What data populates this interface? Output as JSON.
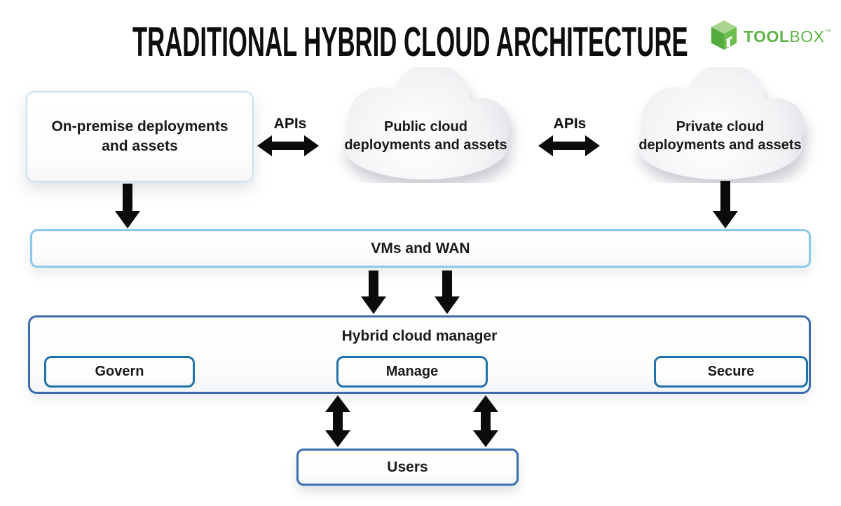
{
  "page": {
    "title": "TRADITIONAL HYBRID CLOUD ARCHITECTURE"
  },
  "logo": {
    "text_bold": "TOOL",
    "text_light": "BOX",
    "trademark": "™",
    "brand_green": "#5fb347"
  },
  "nodes": {
    "on_premise": {
      "line1": "On-premise deployments",
      "line2": "and assets"
    },
    "public_cloud": {
      "line1": "Public cloud",
      "line2": "deployments and assets"
    },
    "private_cloud": {
      "line1": "Private cloud",
      "line2": "deployments and assets"
    },
    "vms_wan": {
      "label": "VMs and WAN"
    },
    "manager": {
      "label": "Hybrid cloud manager",
      "buttons": [
        {
          "label": "Govern"
        },
        {
          "label": "Manage"
        },
        {
          "label": "Secure"
        }
      ]
    },
    "users": {
      "label": "Users"
    }
  },
  "connectors": {
    "api_left": "APIs",
    "api_right": "APIs"
  },
  "colors": {
    "light_blue_border": "#8cc8ea",
    "pale_blue_border": "#c6e2f3",
    "manager_border": "#3e6bab",
    "pill_border": "#2073a8",
    "users_border": "#3a6faf",
    "arrow_black": "#0b0b0b"
  }
}
